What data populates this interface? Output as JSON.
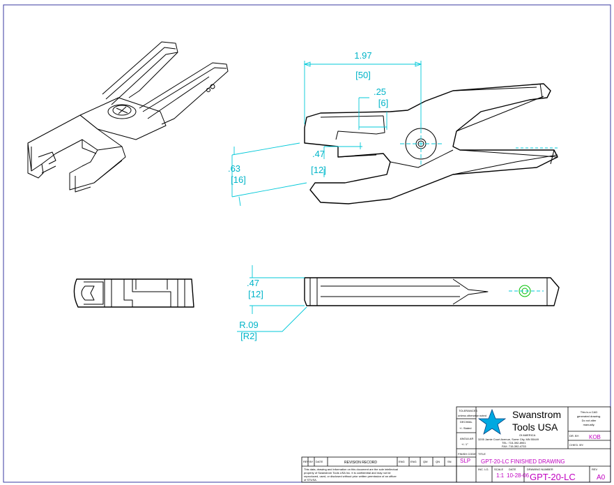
{
  "dimensions": {
    "width_in": "1.97",
    "width_mm": "[50]",
    "jaw_tip_in": ".25",
    "jaw_tip_mm": "[6]",
    "gap_in": ".47",
    "gap_mm": "[12]",
    "height_in": ".63",
    "height_mm": "[16]",
    "thickness_in": ".47",
    "thickness_mm": "[12]",
    "radius_in": "R.09",
    "radius_mm": "[R2]"
  },
  "title_block": {
    "tolerance_label": "TOLERANCES",
    "tolerance_note": "unless otherwise noted",
    "decimal_label": "DECIMAL",
    "decimal_value": "+/- Stated",
    "angular_label": "ANGULAR",
    "angular_value": "+/- 1°",
    "finish_code_label": "FINISH CODE",
    "finish_code_value": "SLP",
    "company_line1": "Swanstrom",
    "company_line2": "Tools USA",
    "company_small": "Of AMERICA",
    "address_line1": "3205 Jamie Court Avenue, Some City, MN 55449",
    "address_line2": "TEL: 715-392-8901",
    "address_line3": "FAX: 715-392-4733",
    "cad_note_1": "This is a CAD",
    "cad_note_2": "generated drawing.",
    "cad_note_3": "Do not alter",
    "cad_note_4": "manually.",
    "drawn_by_label": "DR. BY:",
    "drawn_by_value": "KOB",
    "chkd_by_label": "CHK'D. BY:",
    "chkd_by_value": "",
    "title_label": "TITLE",
    "title_value": "GPT-20-LC FINISHED DRAWING",
    "rev_col_rev": "REV",
    "rev_col_by": "BY",
    "rev_col_date": "DATE",
    "rev_col_record": "REVISION RECORD",
    "rev_col_eng": "ENG",
    "rev_col_eng2": "ENG",
    "rev_col_qm": "QM",
    "rev_col_qn": "QN",
    "rev_col_sn": "SN",
    "inc_label": "INC. LG.",
    "scale_label": "SCALE",
    "scale_value": "1:1",
    "date_label": "DATE",
    "date_value": "10-28-06",
    "drawing_number_label": "DRAWING NUMBER",
    "drawing_number_value": "GPT-20-LC",
    "rev_label": "REV",
    "rev_value": "A0",
    "disclaimer_1": "This data, drawing and information on this document are the sole intellectual",
    "disclaimer_2": "property of Swanstrom Tools USA Inc. It is confidential and may not be",
    "disclaimer_3": "reproduced, used, or disclosed without prior written permission of an officer",
    "disclaimer_4": "of STUSA."
  },
  "colors": {
    "dimension": "#00c8d8",
    "title_text": "#c000c0",
    "logo_star": "#00a8e0",
    "border": "#3a3aa0",
    "pivot_hole": "#00c000"
  }
}
